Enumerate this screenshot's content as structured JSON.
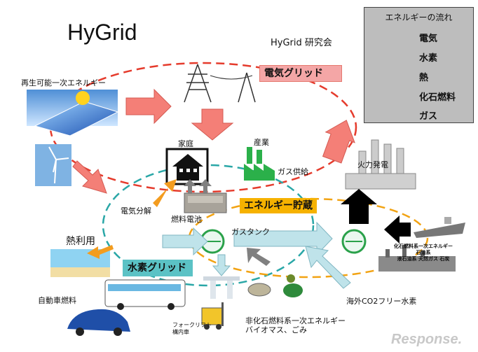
{
  "title": "HyGrid",
  "society": "HyGrid 研究会",
  "bands": {
    "electric_grid": "電気グリッド",
    "hydrogen_grid": "水素グリッド",
    "energy_storage": "エネルギー貯蔵"
  },
  "labels": {
    "renewable": "再生可能一次エネルギー",
    "home": "家庭",
    "industry": "産業",
    "gas_supply": "ガス供給",
    "thermal_plant": "火力発電",
    "fuel_cell": "燃料電池",
    "electrolysis": "電気分解",
    "gas_tank": "ガスタンク",
    "heat_use": "熱利用",
    "vehicle_fuel": "自動車燃料",
    "forklift": "フォークリフト\n構内車",
    "non_fossil": "非化石燃料系一次エネルギー\nバイオマス、ごみ",
    "overseas_h2": "海外CO2フリー水素",
    "fossil_primary": "化石燃料系一次エネルギー\n石油系\n液石油系 天然ガス 石炭"
  },
  "legend": {
    "title": "エネルギーの流れ",
    "items": [
      {
        "label": "電気",
        "color": "#f47f77"
      },
      {
        "label": "水素",
        "color": "#bfe3ea"
      },
      {
        "label": "熱",
        "color": "#f39c1f"
      },
      {
        "label": "化石燃料",
        "color": "#000000"
      },
      {
        "label": "ガス",
        "color": "#808080"
      }
    ]
  },
  "watermark": "Response."
}
